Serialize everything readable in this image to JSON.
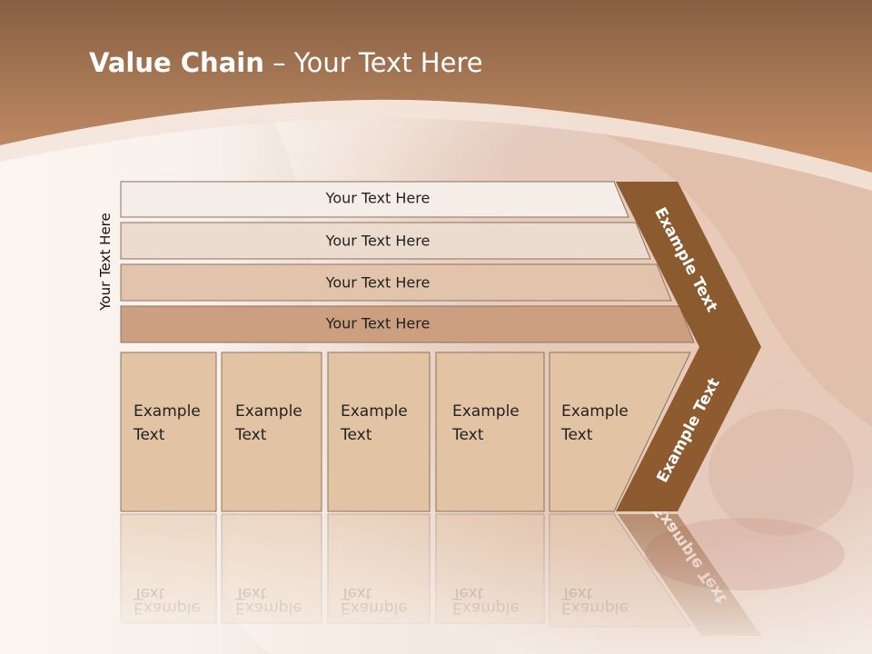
{
  "title": {
    "bold": "Value Chain",
    "rest": " – Your Text Here"
  },
  "side_label": "Your Text Here",
  "bars": [
    {
      "label": "Your Text Here",
      "color": "#f5ede7"
    },
    {
      "label": "Your Text Here",
      "color": "#ecdbcf"
    },
    {
      "label": "Your Text Here",
      "color": "#e2c3ac"
    },
    {
      "label": "Your Text Here",
      "color": "#cc9f80"
    }
  ],
  "boxes": [
    {
      "line1": "Example",
      "line2": "Text"
    },
    {
      "line1": "Example",
      "line2": "Text"
    },
    {
      "line1": "Example",
      "line2": "Text"
    },
    {
      "line1": "Example",
      "line2": "Text"
    },
    {
      "line1": "Example",
      "line2": "Text"
    }
  ],
  "arrow_labels": {
    "upper": "Example Text",
    "lower": "Example Text"
  },
  "colors": {
    "header_top": "#8a6244",
    "header_bottom": "#c68d66",
    "arrow": "#8e5a2f",
    "box": "#e2c3a4",
    "box_border": "#8b7260"
  }
}
